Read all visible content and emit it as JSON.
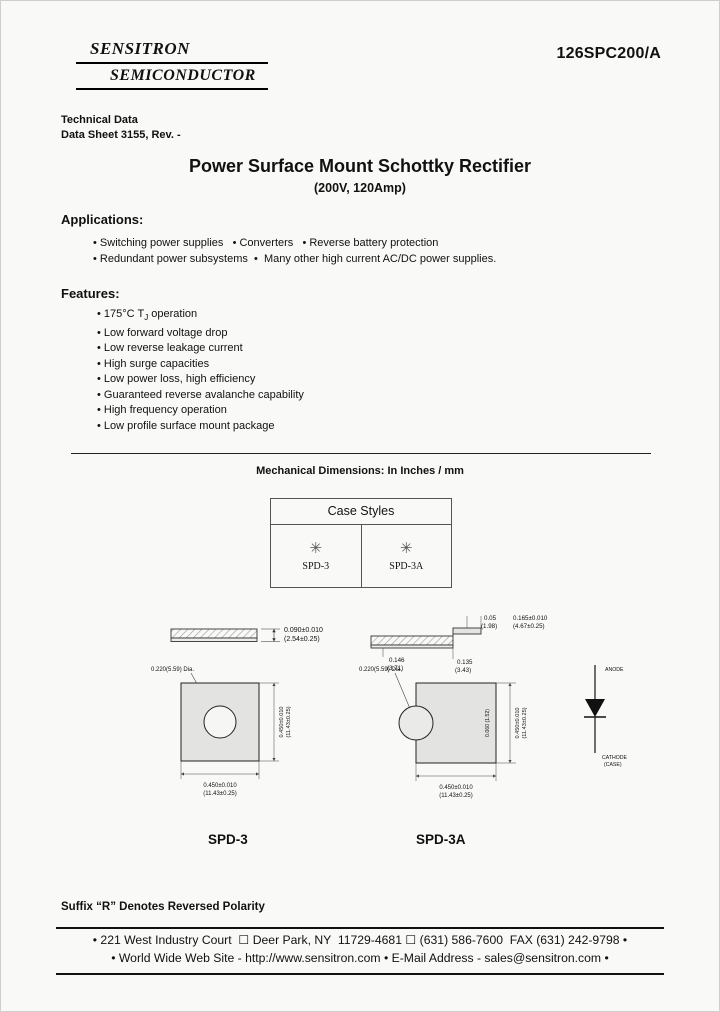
{
  "colors": {
    "ink": "#111111",
    "paper": "#f9f9f7"
  },
  "header": {
    "brand_line1": "SENSITRON",
    "brand_line2": "SEMICONDUCTOR",
    "part_number": "126SPC200/A",
    "tech_data": "Technical Data",
    "datasheet_rev": "Data Sheet 3155, Rev. -"
  },
  "title": {
    "main": "Power Surface Mount Schottky Rectifier",
    "sub": "(200V, 120Amp)"
  },
  "applications": {
    "heading": "Applications:",
    "line1": "• Switching power supplies   • Converters   • Reverse battery protection",
    "line2": "• Redundant power subsystems  •  Many other high current AC/DC power supplies."
  },
  "features": {
    "heading": "Features:",
    "tj_pre": "175°C T",
    "tj_sub": "J",
    "tj_post": " operation",
    "items": [
      "Low forward voltage drop",
      "Low reverse leakage current",
      "High surge capacities",
      "Low power loss, high efficiency",
      "Guaranteed reverse avalanche capability",
      "High frequency operation",
      "Low profile surface mount package"
    ]
  },
  "mech": {
    "heading": "Mechanical Dimensions: In Inches / mm",
    "case_styles_title": "Case Styles",
    "case_icon": "✳",
    "case_left_label": "SPD-3",
    "case_right_label": "SPD-3A",
    "spd3": {
      "label": "SPD-3",
      "side_in": "0.090±0.010",
      "side_mm": "(2.54±0.25)",
      "hole": "0.220(5.59) Dia.",
      "height_in": "0.450±0.010",
      "height_mm": "(11.43±0.25)",
      "width_in": "0.450±0.010",
      "width_mm": "(11.43±0.25)"
    },
    "spd3a": {
      "label": "SPD-3A",
      "dim1_in": "0.05",
      "dim1_mm": "(1.98)",
      "dim2_in": "0.165±0.010",
      "dim2_mm": "(4.67±0.25)",
      "dim3_in": "0.146",
      "dim3_mm": "(3.71)",
      "dim4_in": "0.135",
      "dim4_mm": "(3.43)",
      "hole": "0.220(5.59) Dia.",
      "tab": "0.060 (1.52)",
      "height_in": "0.450±0.010",
      "height_mm": "(11.43±0.25)",
      "width_in": "0.450±0.010",
      "width_mm": "(11.43±0.25)"
    },
    "diode": {
      "anode": "ANODE",
      "cathode": "CATHODE",
      "case": "(CASE)"
    }
  },
  "footer": {
    "suffix_note": "Suffix “R” Denotes Reversed Polarity",
    "line1": "• 221 West Industry Court  ☐ Deer Park, NY  11729-4681 ☐ (631) 586-7600  FAX (631) 242-9798 •",
    "line2": "• World Wide Web Site - http://www.sensitron.com • E-Mail Address - sales@sensitron.com •"
  }
}
